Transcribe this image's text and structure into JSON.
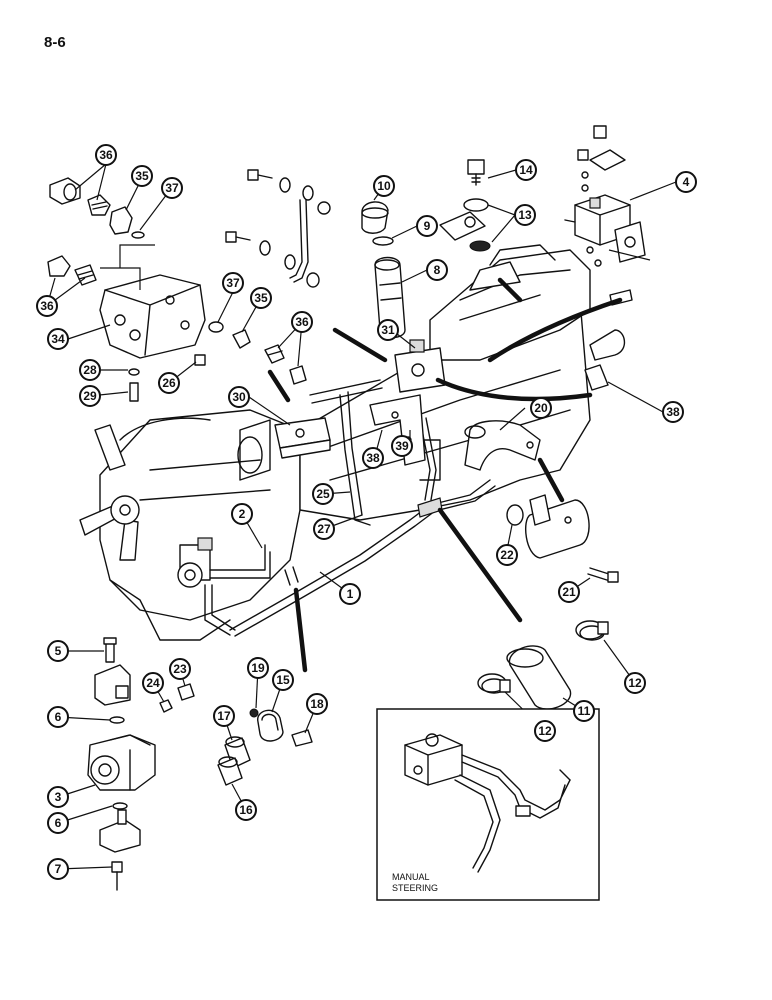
{
  "page_number": "8-6",
  "inset": {
    "label_line1": "MANUAL",
    "label_line2": "STEERING"
  },
  "callouts": [
    "36",
    "35",
    "37",
    "36",
    "34",
    "28",
    "29",
    "26",
    "37",
    "35",
    "36",
    "30",
    "10",
    "9",
    "8",
    "14",
    "13",
    "4",
    "31",
    "38",
    "39",
    "20",
    "38",
    "25",
    "27",
    "2",
    "1",
    "22",
    "21",
    "11",
    "12",
    "12",
    "5",
    "6",
    "3",
    "6",
    "7",
    "24",
    "23",
    "19",
    "15",
    "17",
    "18",
    "16"
  ]
}
